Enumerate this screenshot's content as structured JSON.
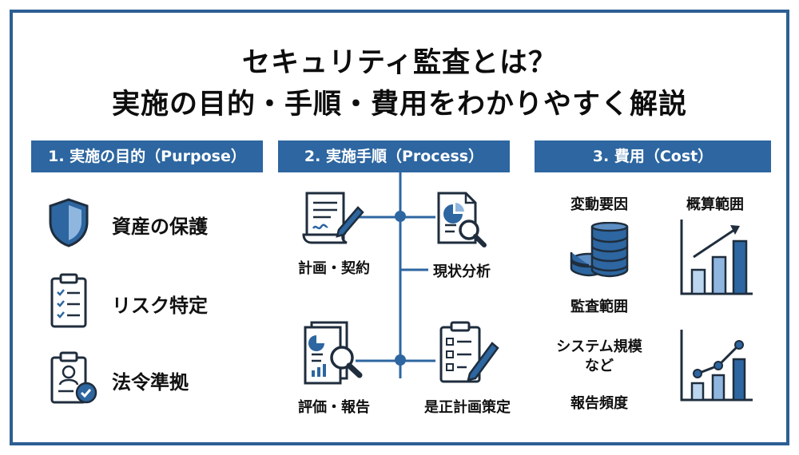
{
  "title": {
    "line1": "セキュリティ監査とは？",
    "line2": "実施の目的・手順・費用をわかりやすく解説"
  },
  "sections": {
    "purpose": {
      "header": "1. 実施の目的（Purpose）",
      "items": [
        {
          "label": "資産の保護",
          "icon": "shield-icon"
        },
        {
          "label": "リスク特定",
          "icon": "clipboard-checklist-icon"
        },
        {
          "label": "法令準拠",
          "icon": "id-badge-check-icon"
        }
      ]
    },
    "process": {
      "header": "2. 実施手順（Process）",
      "steps": [
        {
          "label": "計画・契約",
          "icon": "contract-sign-icon"
        },
        {
          "label": "現状分析",
          "icon": "document-magnifier-icon"
        },
        {
          "label": "評価・報告",
          "icon": "report-magnifier-icon"
        },
        {
          "label": "是正計画策定",
          "icon": "checklist-pen-icon"
        }
      ]
    },
    "cost": {
      "header": "3. 費用（Cost）",
      "factors_heading": "変動要因",
      "range_heading": "概算範囲",
      "factors": [
        "監査範囲",
        "システム規模",
        "など",
        "報告頻度"
      ],
      "icons": [
        "coin-stack-icon",
        "bar-chart-up-icon",
        "bar-line-chart-icon"
      ]
    }
  },
  "colors": {
    "accent": "#2d66a0",
    "frame": "#2c5f93",
    "light_blue": "#bcd6ef",
    "dark": "#1f2d3d"
  }
}
